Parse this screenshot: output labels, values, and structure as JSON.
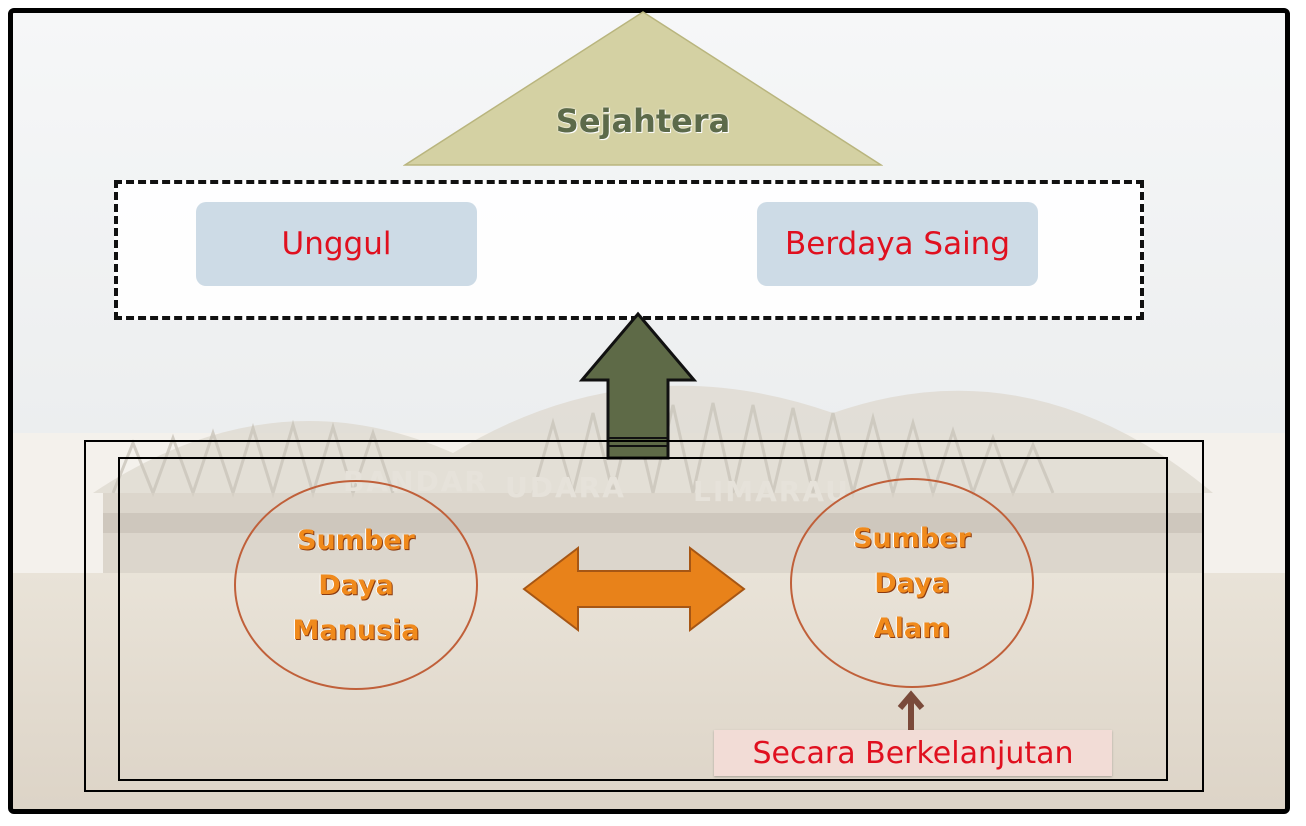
{
  "top": {
    "label": "Sejahtera"
  },
  "middle": {
    "left_label": "Unggul",
    "right_label": "Berdaya Saing"
  },
  "bottom": {
    "left_circle": [
      "Sumber",
      "Daya",
      "Manusia"
    ],
    "right_circle": [
      "Sumber",
      "Daya",
      "Alam"
    ],
    "caption": "Secara Berkelanjutan"
  },
  "background": {
    "sign_text_left": "BANDAR",
    "sign_text_mid": "UDARA",
    "sign_text_right": "LIMARAU"
  },
  "colors": {
    "triangle": "#d4d1a3",
    "pill": "#cddbe6",
    "pill_text": "#e0101f",
    "up_arrow": "#5e6a47",
    "double_arrow": "#e8821a",
    "circle_text": "#f08a1c",
    "caption_bg": "#f2dcd6"
  }
}
